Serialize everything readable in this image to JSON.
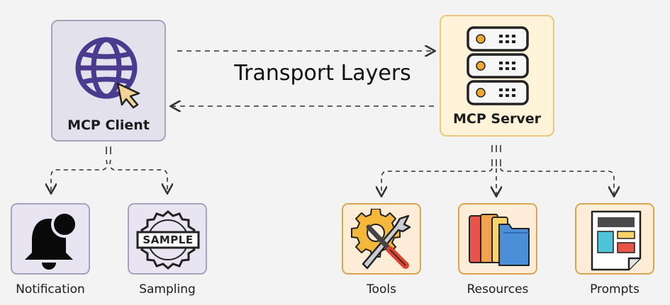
{
  "transport_label": "Transport Layers",
  "client": {
    "label": "MCP Client",
    "icon": "globe-cursor-icon"
  },
  "server": {
    "label": "MCP Server",
    "icon": "server-rack-icon"
  },
  "client_children": [
    {
      "label": "Notification",
      "icon": "bell-icon"
    },
    {
      "label": "Sampling",
      "icon": "sample-stamp-icon"
    }
  ],
  "server_children": [
    {
      "label": "Tools",
      "icon": "tools-icon"
    },
    {
      "label": "Resources",
      "icon": "folders-icon"
    },
    {
      "label": "Prompts",
      "icon": "document-layout-icon"
    }
  ],
  "stamp_text": "SAMPLE",
  "colors": {
    "client_fill": "#e3e1ec",
    "client_border": "#a8a3b8",
    "server_fill": "#fff3d9",
    "server_border": "#e8c77a",
    "globe": "#4b3b8f",
    "cursor": "#f2d49a",
    "server_light": "#f0a830"
  }
}
